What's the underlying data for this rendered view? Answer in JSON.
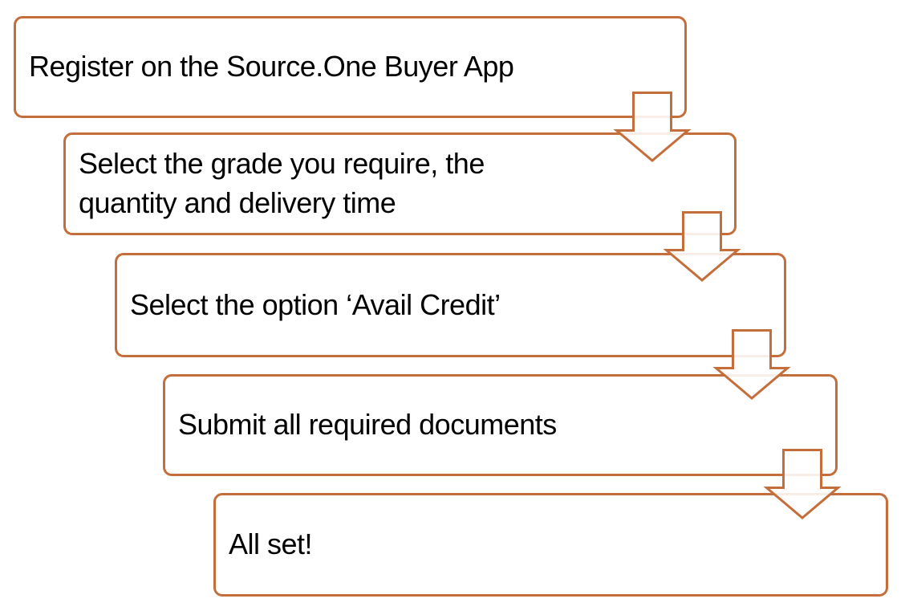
{
  "diagram": {
    "type": "process-flow",
    "accent_color": "#C46F3B",
    "background_color": "#FFFFFF",
    "text_color": "#000000",
    "connector_icon": "down-arrow",
    "steps": [
      {
        "order": 1,
        "label": "Register on the Source.One Buyer App"
      },
      {
        "order": 2,
        "label": "Select the grade you require, the\nquantity and delivery time"
      },
      {
        "order": 3,
        "label": "Select the option ‘Avail Credit’"
      },
      {
        "order": 4,
        "label": "Submit all required documents"
      },
      {
        "order": 5,
        "label": "All set!"
      }
    ]
  }
}
